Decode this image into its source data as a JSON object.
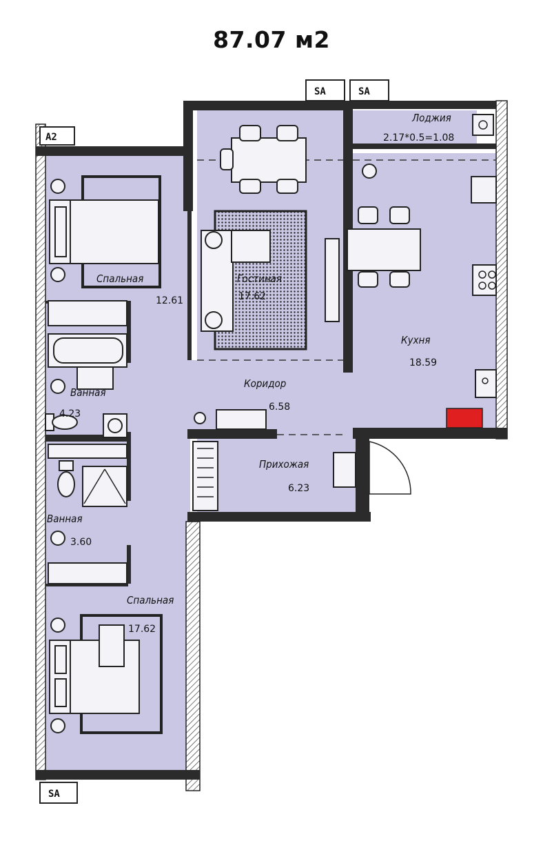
{
  "title": "87.07 м2",
  "rooms": [
    {
      "name": "Спальная",
      "area": "12.61"
    },
    {
      "name": "Гостиная",
      "area": "17.62"
    },
    {
      "name": "Лоджия",
      "area": "2.17*0.5=1.08"
    },
    {
      "name": "Кухня",
      "area": "18.59"
    },
    {
      "name": "Ванная",
      "area": "4.23"
    },
    {
      "name": "Коридор",
      "area": "6.58"
    },
    {
      "name": "Прихожая",
      "area": "6.23"
    },
    {
      "name": "Ванная",
      "area": "3.60"
    },
    {
      "name": "Спальная",
      "area": "17.62"
    }
  ],
  "window_tags": {
    "a1": "A2",
    "a2": "SA",
    "a3": "SA",
    "a4": "SA"
  },
  "colors": {
    "room_fill": "#c9c7e4",
    "wall": "#2b2b2b",
    "stove_burners": "#e02020"
  }
}
